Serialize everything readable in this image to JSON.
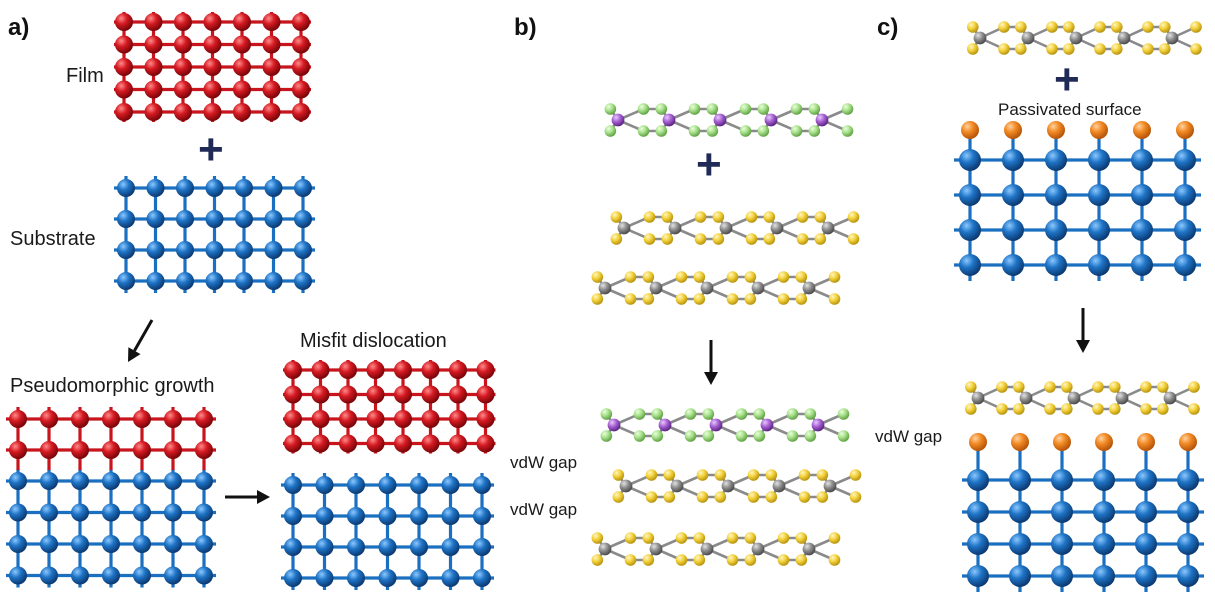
{
  "panels": {
    "a": {
      "panel_label": "a)",
      "film_label": "Film",
      "substrate_label": "Substrate",
      "pseudomorphic_label": "Pseudomorphic growth",
      "misfit_label": "Misfit dislocation"
    },
    "b": {
      "panel_label": "b)",
      "vdw_gap_1": "vdW gap",
      "vdw_gap_2": "vdW gap"
    },
    "c": {
      "panel_label": "c)",
      "passivated_label": "Passivated surface",
      "vdw_gap": "vdW gap"
    }
  },
  "plus_symbol": "+",
  "colors": {
    "film": "#c8141c",
    "substrate": "#1a6fc0",
    "passivation": "#f0801e",
    "chalcogen": "#f3d13a",
    "metal": "#8d8d8d",
    "halogen": "#a6e08a",
    "metal_b": "#a45fd0",
    "plus": "#1f2a56",
    "arrow": "#111111"
  }
}
